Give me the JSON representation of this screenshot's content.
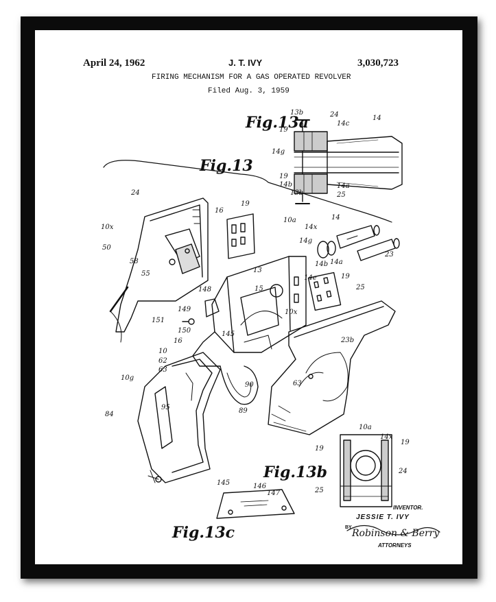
{
  "header": {
    "date": "April 24, 1962",
    "inventor_short": "J. T. IVY",
    "patent_number": "3,030,723",
    "title": "FIRING MECHANISM FOR A GAS OPERATED REVOLVER",
    "filed": "Filed Aug. 3, 1959"
  },
  "figures": {
    "fig13a": "Fig.13a",
    "fig13": "Fig.13",
    "fig13b": "Fig.13b",
    "fig13c": "Fig.13c"
  },
  "labels": {
    "l13b_top": "13b",
    "l24_a": "24",
    "l14c_a": "14c",
    "l14_a": "14",
    "l19_a": "19",
    "l14g_a": "14g",
    "l19_b": "19",
    "l14b_a": "14b",
    "l13b_bot": "13b",
    "l14a_a": "14a",
    "l25_a": "25",
    "l24_b": "24",
    "l16_a": "16",
    "l19_c": "19",
    "l10x_a": "10x",
    "l50": "50",
    "l58": "58",
    "l55": "55",
    "l10a_a": "10a",
    "l14x_a": "14x",
    "l14_b": "14",
    "l14g_b": "14g",
    "l14a_b": "14a",
    "l14b_b": "14b",
    "l23": "23",
    "l13": "13",
    "l14e": "14e",
    "l19_d": "19",
    "l148": "148",
    "l15": "15",
    "l25_b": "25",
    "l10x_b": "10x",
    "l149": "149",
    "l151": "151",
    "l150": "150",
    "l145_a": "145",
    "l23b": "23b",
    "l16_b": "16",
    "l10": "10",
    "l62": "62",
    "l63_a": "63",
    "l10g": "10g",
    "l90": "90",
    "l63_b": "63",
    "l84": "84",
    "l95": "95",
    "l89": "89",
    "l10a_b": "10a",
    "l14x_b": "14x",
    "l19_e": "19",
    "l19_f": "19",
    "l24_c": "24",
    "l25_c": "25",
    "l145_b": "145",
    "l146": "146",
    "l147": "147"
  },
  "signature": {
    "inventor_caption": "INVENTOR.",
    "inventor_name": "JESSIE T. IVY",
    "by": "BY",
    "attorneys_signature": "Robinson & Berry",
    "attorneys_caption": "ATTORNEYS"
  },
  "colors": {
    "frame": "#0b0b0b",
    "paper": "#ffffff",
    "ink": "#111111"
  }
}
